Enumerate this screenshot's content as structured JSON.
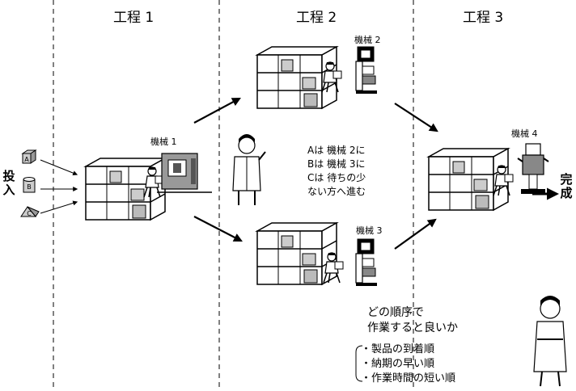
{
  "stages": [
    "工程 1",
    "工程 2",
    "工程 3"
  ],
  "machines": [
    "機械 1",
    "機械 2",
    "機械 3",
    "機械 4"
  ],
  "input_label": [
    "投",
    "入"
  ],
  "output_label": [
    "完",
    "成"
  ],
  "parts": [
    "A",
    "B",
    "C"
  ],
  "rule_lines": [
    "Aは 機械 2に",
    "Bは 機械 3に",
    "Cは 待ちの少",
    "ない方へ進む"
  ],
  "question_lines": [
    "どの順序で",
    "作業すると良いか"
  ],
  "criteria": [
    "・製品の到着順",
    "・納期の早い順",
    "・作業時間の短い順"
  ]
}
